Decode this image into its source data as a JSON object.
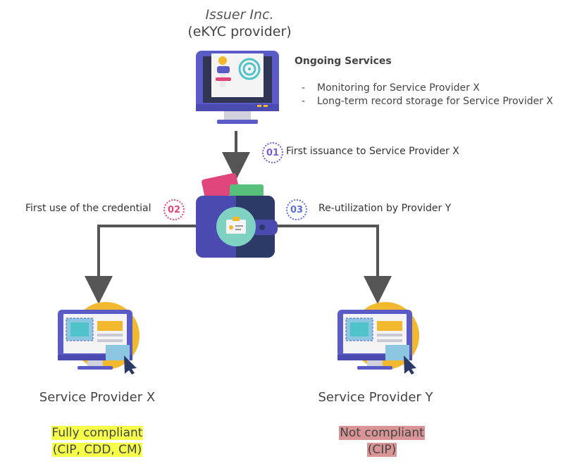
{
  "issuer": {
    "name": "Issuer Inc.",
    "role": "(eKYC provider)"
  },
  "ongoing_services": {
    "title": "Ongoing Services",
    "items": [
      "Monitoring for Service Provider X",
      "Long-term record storage for Service Provider X"
    ]
  },
  "steps": [
    {
      "number": "01",
      "label": "First issuance to Service Provider X",
      "color": "#7b5bd6"
    },
    {
      "number": "02",
      "label": "First use of the credential",
      "color": "#e0457b"
    },
    {
      "number": "03",
      "label": "Re-utilization by Provider Y",
      "color": "#5b6fd6"
    }
  ],
  "providers": [
    {
      "name": "Service Provider X",
      "compliance_line1": "Fully compliant",
      "compliance_line2": "(CIP, CDD, CM)",
      "highlight": "#f5ff4a"
    },
    {
      "name": "Service Provider Y",
      "compliance_line1": "Not compliant",
      "compliance_line2": "(CIP)",
      "highlight": "#d99595"
    }
  ],
  "colors": {
    "arrow": "#555555",
    "monitor_purple": "#5b5bc8",
    "wallet_navy": "#2b3a66",
    "sun_yellow": "#f2b92f",
    "badge_teal": "#7fd1c2"
  }
}
